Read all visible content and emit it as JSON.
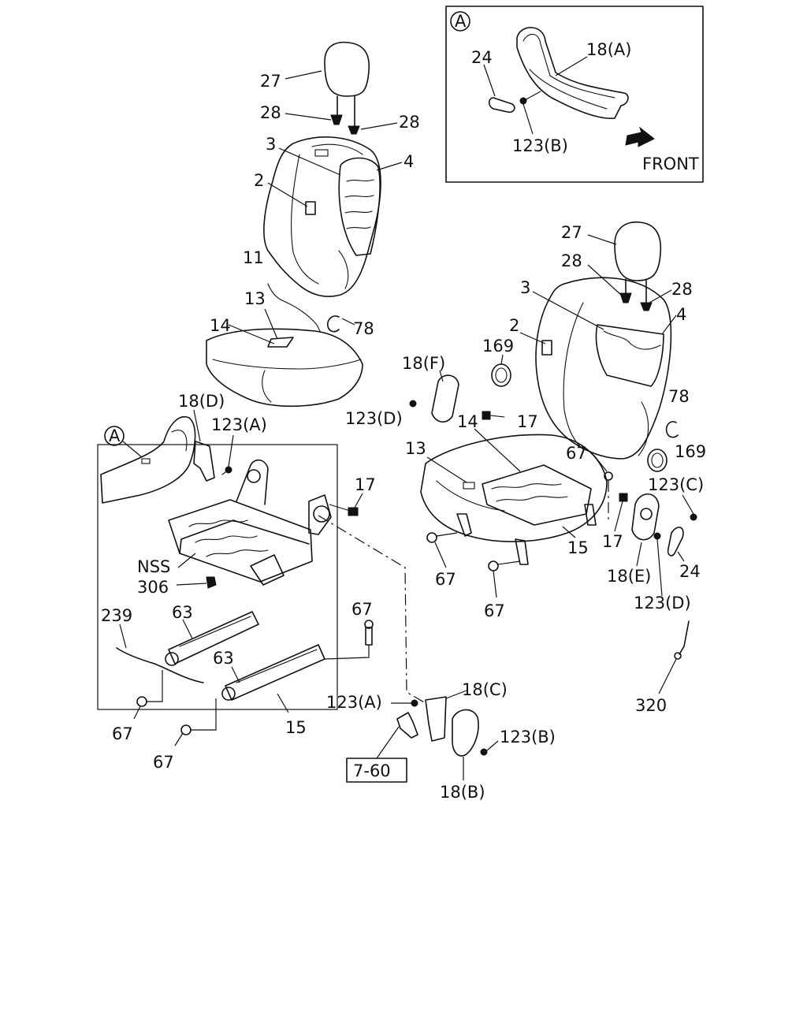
{
  "inset": {
    "marker": "A",
    "direction_label": "FRONT",
    "callouts": {
      "c24": "24",
      "c18a": "18(A)",
      "c123b": "123(B)"
    }
  },
  "left_seat": {
    "callouts": {
      "c27": "27",
      "c28a": "28",
      "c28b": "28",
      "c3": "3",
      "c4": "4",
      "c2": "2",
      "c11": "11",
      "c78": "78",
      "c14": "14",
      "c13": "13",
      "c18d": "18(D)",
      "c123a": "123(A)",
      "marker_a": "A",
      "c17": "17",
      "cnss": "NSS",
      "c306": "306",
      "c239": "239",
      "c63a": "63",
      "c63b": "63",
      "c67a": "67",
      "c67b": "67",
      "c67c": "67",
      "c15": "15",
      "c123a2": "123(A)",
      "c18c": "18(C)",
      "c123b": "123(B)",
      "c18b": "18(B)",
      "ref": "7-60"
    }
  },
  "right_seat": {
    "callouts": {
      "c27": "27",
      "c28a": "28",
      "c28b": "28",
      "c3": "3",
      "c4": "4",
      "c2": "2",
      "c169a": "169",
      "c18f": "18(F)",
      "c78": "78",
      "c123d": "123(D)",
      "c17a": "17",
      "c169b": "169",
      "c13": "13",
      "c14": "14",
      "c67a": "67",
      "c123c": "123(C)",
      "c17b": "17",
      "c15": "15",
      "c67b": "67",
      "c67c": "67",
      "c18e": "18(E)",
      "c24": "24",
      "c123d2": "123(D)",
      "c320": "320"
    }
  }
}
